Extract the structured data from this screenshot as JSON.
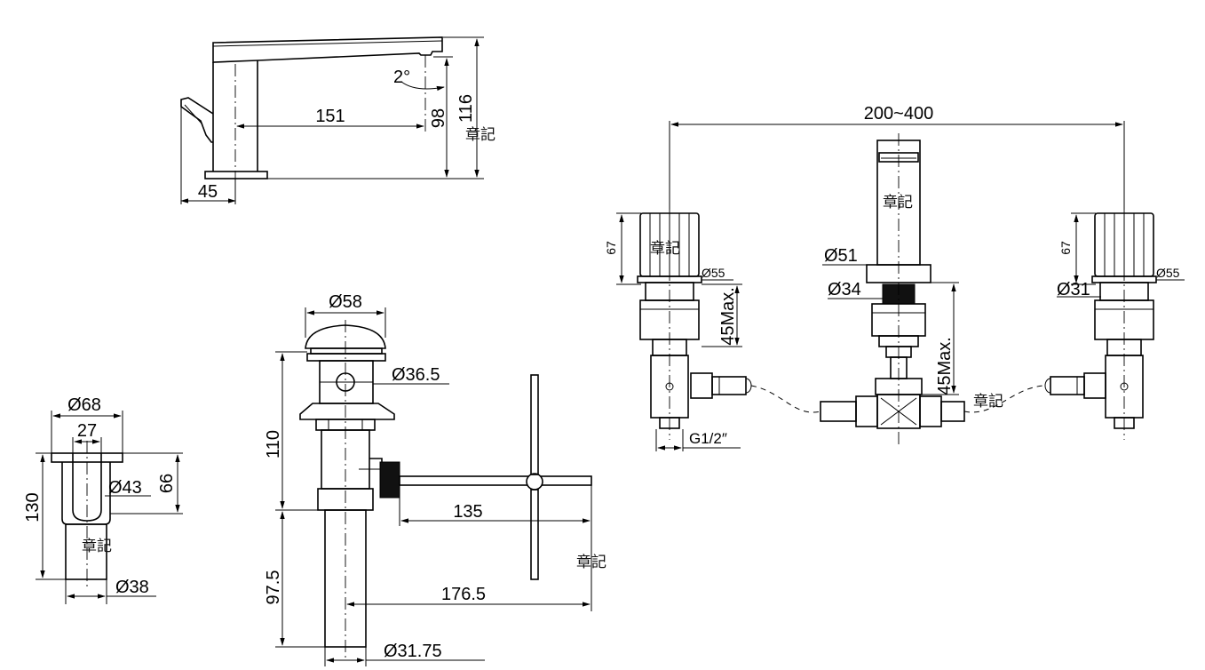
{
  "spout_side": {
    "reach": "151",
    "base_offset": "45",
    "outlet_height": "98",
    "total_height": "116",
    "angle": "2°"
  },
  "overall": {
    "spread": "200~400"
  },
  "left_handle": {
    "height": "67",
    "diameter": "Ø55",
    "max_deck": "45Max.",
    "inlet": "G1/2″"
  },
  "center_spout": {
    "diameter_body": "Ø51",
    "diameter_shank": "Ø34",
    "max_deck": "45Max."
  },
  "right_handle": {
    "height": "67",
    "diameter_top": "Ø55",
    "diameter_shank": "Ø31"
  },
  "popup": {
    "cap": "Ø58",
    "body": "Ø36.5",
    "height_upper": "110",
    "height_lower": "97.5",
    "rod_reach": "135",
    "rod_total": "176.5",
    "tail": "Ø31.75"
  },
  "overflow": {
    "outer": "Ø68",
    "slot": "27",
    "ring": "Ø43",
    "height_inner": "66",
    "height_total": "130",
    "tube": "Ø38"
  },
  "stamps": [
    "章記",
    "章記",
    "章記",
    "章記",
    "章記",
    "章記"
  ]
}
